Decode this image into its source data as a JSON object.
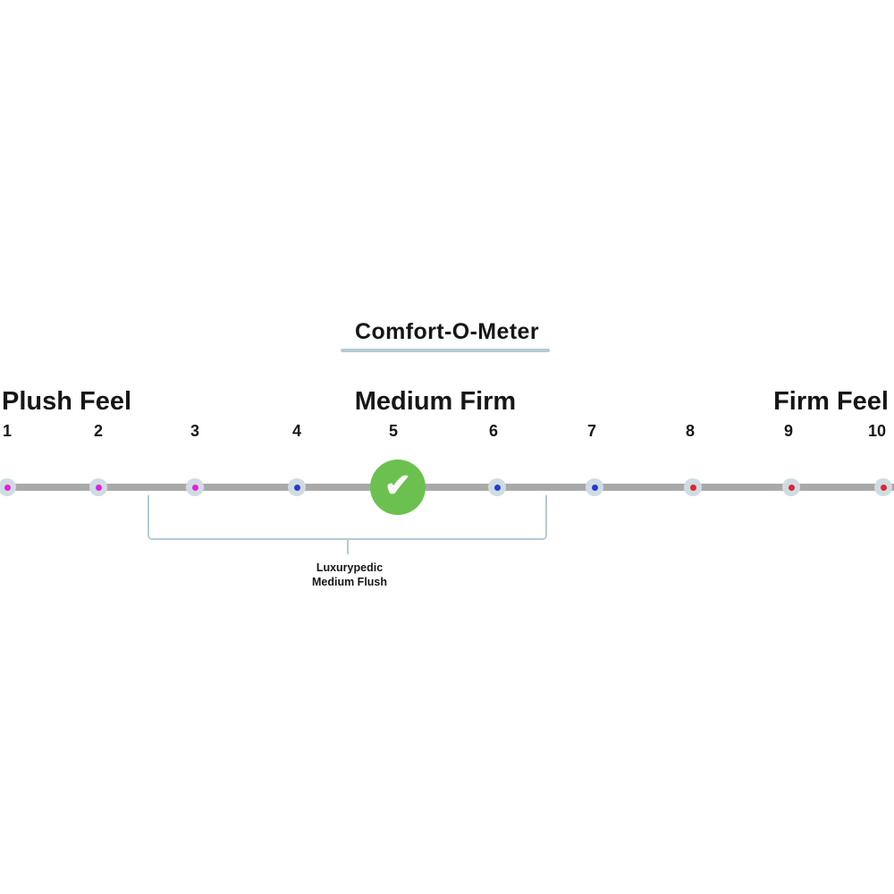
{
  "title": "Comfort-O-Meter",
  "meter": {
    "left_label": "Plush Feel",
    "center_label": "Medium Firm",
    "right_label": "Firm Feel",
    "scale_min": "1",
    "scale_max": "10",
    "selected_value": "5",
    "check_icon": "✔",
    "points": [
      {
        "value": "1",
        "color": "#e520dd"
      },
      {
        "value": "2",
        "color": "#e520dd"
      },
      {
        "value": "3",
        "color": "#e520dd"
      },
      {
        "value": "4",
        "color": "#2a3bd0"
      },
      {
        "value": "5",
        "color": "#2a3bd0"
      },
      {
        "value": "6",
        "color": "#2a3bd0"
      },
      {
        "value": "7",
        "color": "#2a3bd0"
      },
      {
        "value": "8",
        "color": "#e02433"
      },
      {
        "value": "9",
        "color": "#e02433"
      },
      {
        "value": "10",
        "color": "#e02433"
      }
    ]
  },
  "annotation": {
    "line1": "Luxurypedic",
    "line2": "Medium Flush",
    "covers_values": "3–6"
  },
  "colors": {
    "text": "#161616",
    "track": "#a9a9a9",
    "dot_ring": "#cfdce2",
    "marker": "#6cc04f",
    "bracket": "#b5cbd3",
    "underline": "#b5cbd3"
  }
}
